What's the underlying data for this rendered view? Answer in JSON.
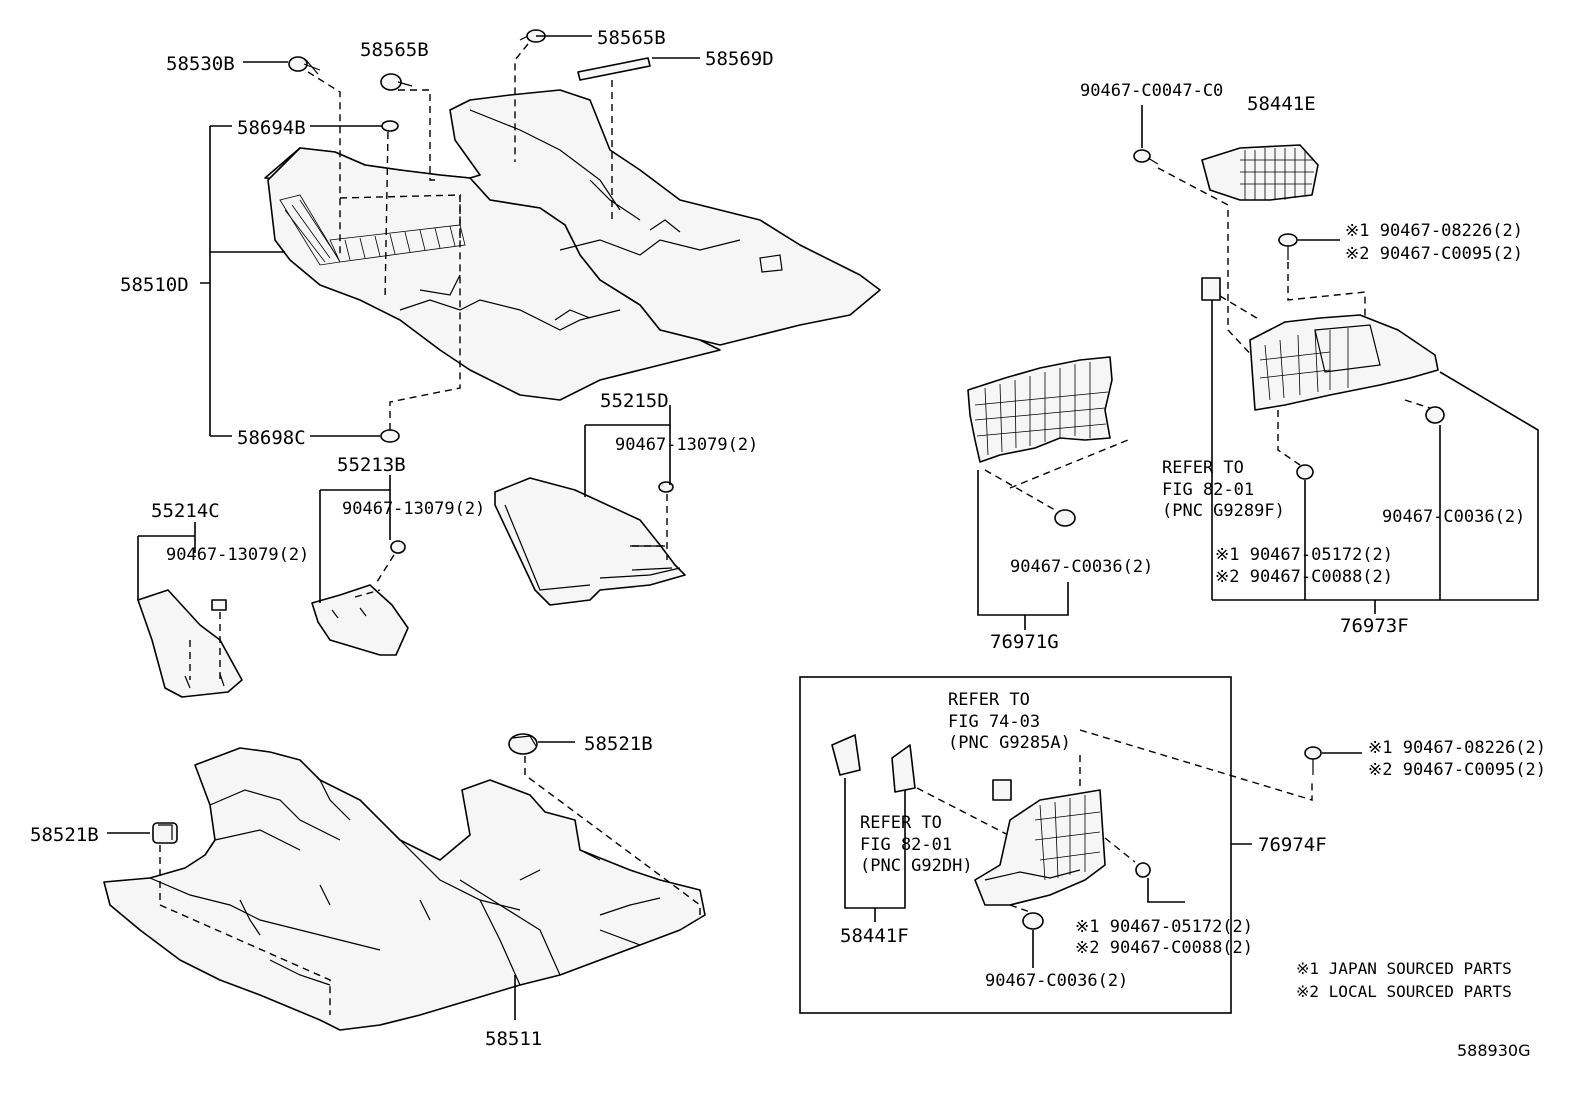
{
  "labels": {
    "p58530B": "58530B",
    "p58565B_a": "58565B",
    "p58565B_b": "58565B",
    "p58569D": "58569D",
    "p58694B": "58694B",
    "p58510D": "58510D",
    "p58698C": "58698C",
    "p55215D": "55215D",
    "p55215D_clip": "90467-13079(2)",
    "p55213B": "55213B",
    "p55213B_clip": "90467-13079(2)",
    "p55214C": "55214C",
    "p55214C_clip": "90467-13079(2)",
    "p58521B_a": "58521B",
    "p58521B_b": "58521B",
    "p58511": "58511",
    "p90467C0047": "90467-C0047-C0",
    "p58441E": "58441E",
    "p76973F_clip1_j": "※1 90467-08226(2)",
    "p76973F_clip1_l": "※2 90467-C0095(2)",
    "p76971G_clip": "90467-C0036(2)",
    "p76971G": "76971G",
    "p76973F_clip2": "90467-C0036(2)",
    "p76973F_clip3_j": "※1 90467-05172(2)",
    "p76973F_clip3_l": "※2 90467-C0088(2)",
    "p76973F": "76973F",
    "p76974F_clip1_j": "※1 90467-08226(2)",
    "p76974F_clip1_l": "※2 90467-C0095(2)",
    "p76974F": "76974F",
    "p76974F_clip2_j": "※1 90467-05172(2)",
    "p76974F_clip2_l": "※2 90467-C0088(2)",
    "p76974F_clip3": "90467-C0036(2)",
    "p58441F": "58441F"
  },
  "references": {
    "ref1": [
      "REFER TO",
      "FIG 82-01",
      "(PNC G9289F)"
    ],
    "ref2": [
      "REFER TO",
      "FIG 74-03",
      "(PNC G9285A)"
    ],
    "ref3": [
      "REFER TO",
      "FIG 82-01",
      "(PNC G92DH)"
    ]
  },
  "legend": {
    "note1": "※1 JAPAN SOURCED PARTS",
    "note2": "※2 LOCAL SOURCED PARTS"
  },
  "figure_id": "588930G"
}
